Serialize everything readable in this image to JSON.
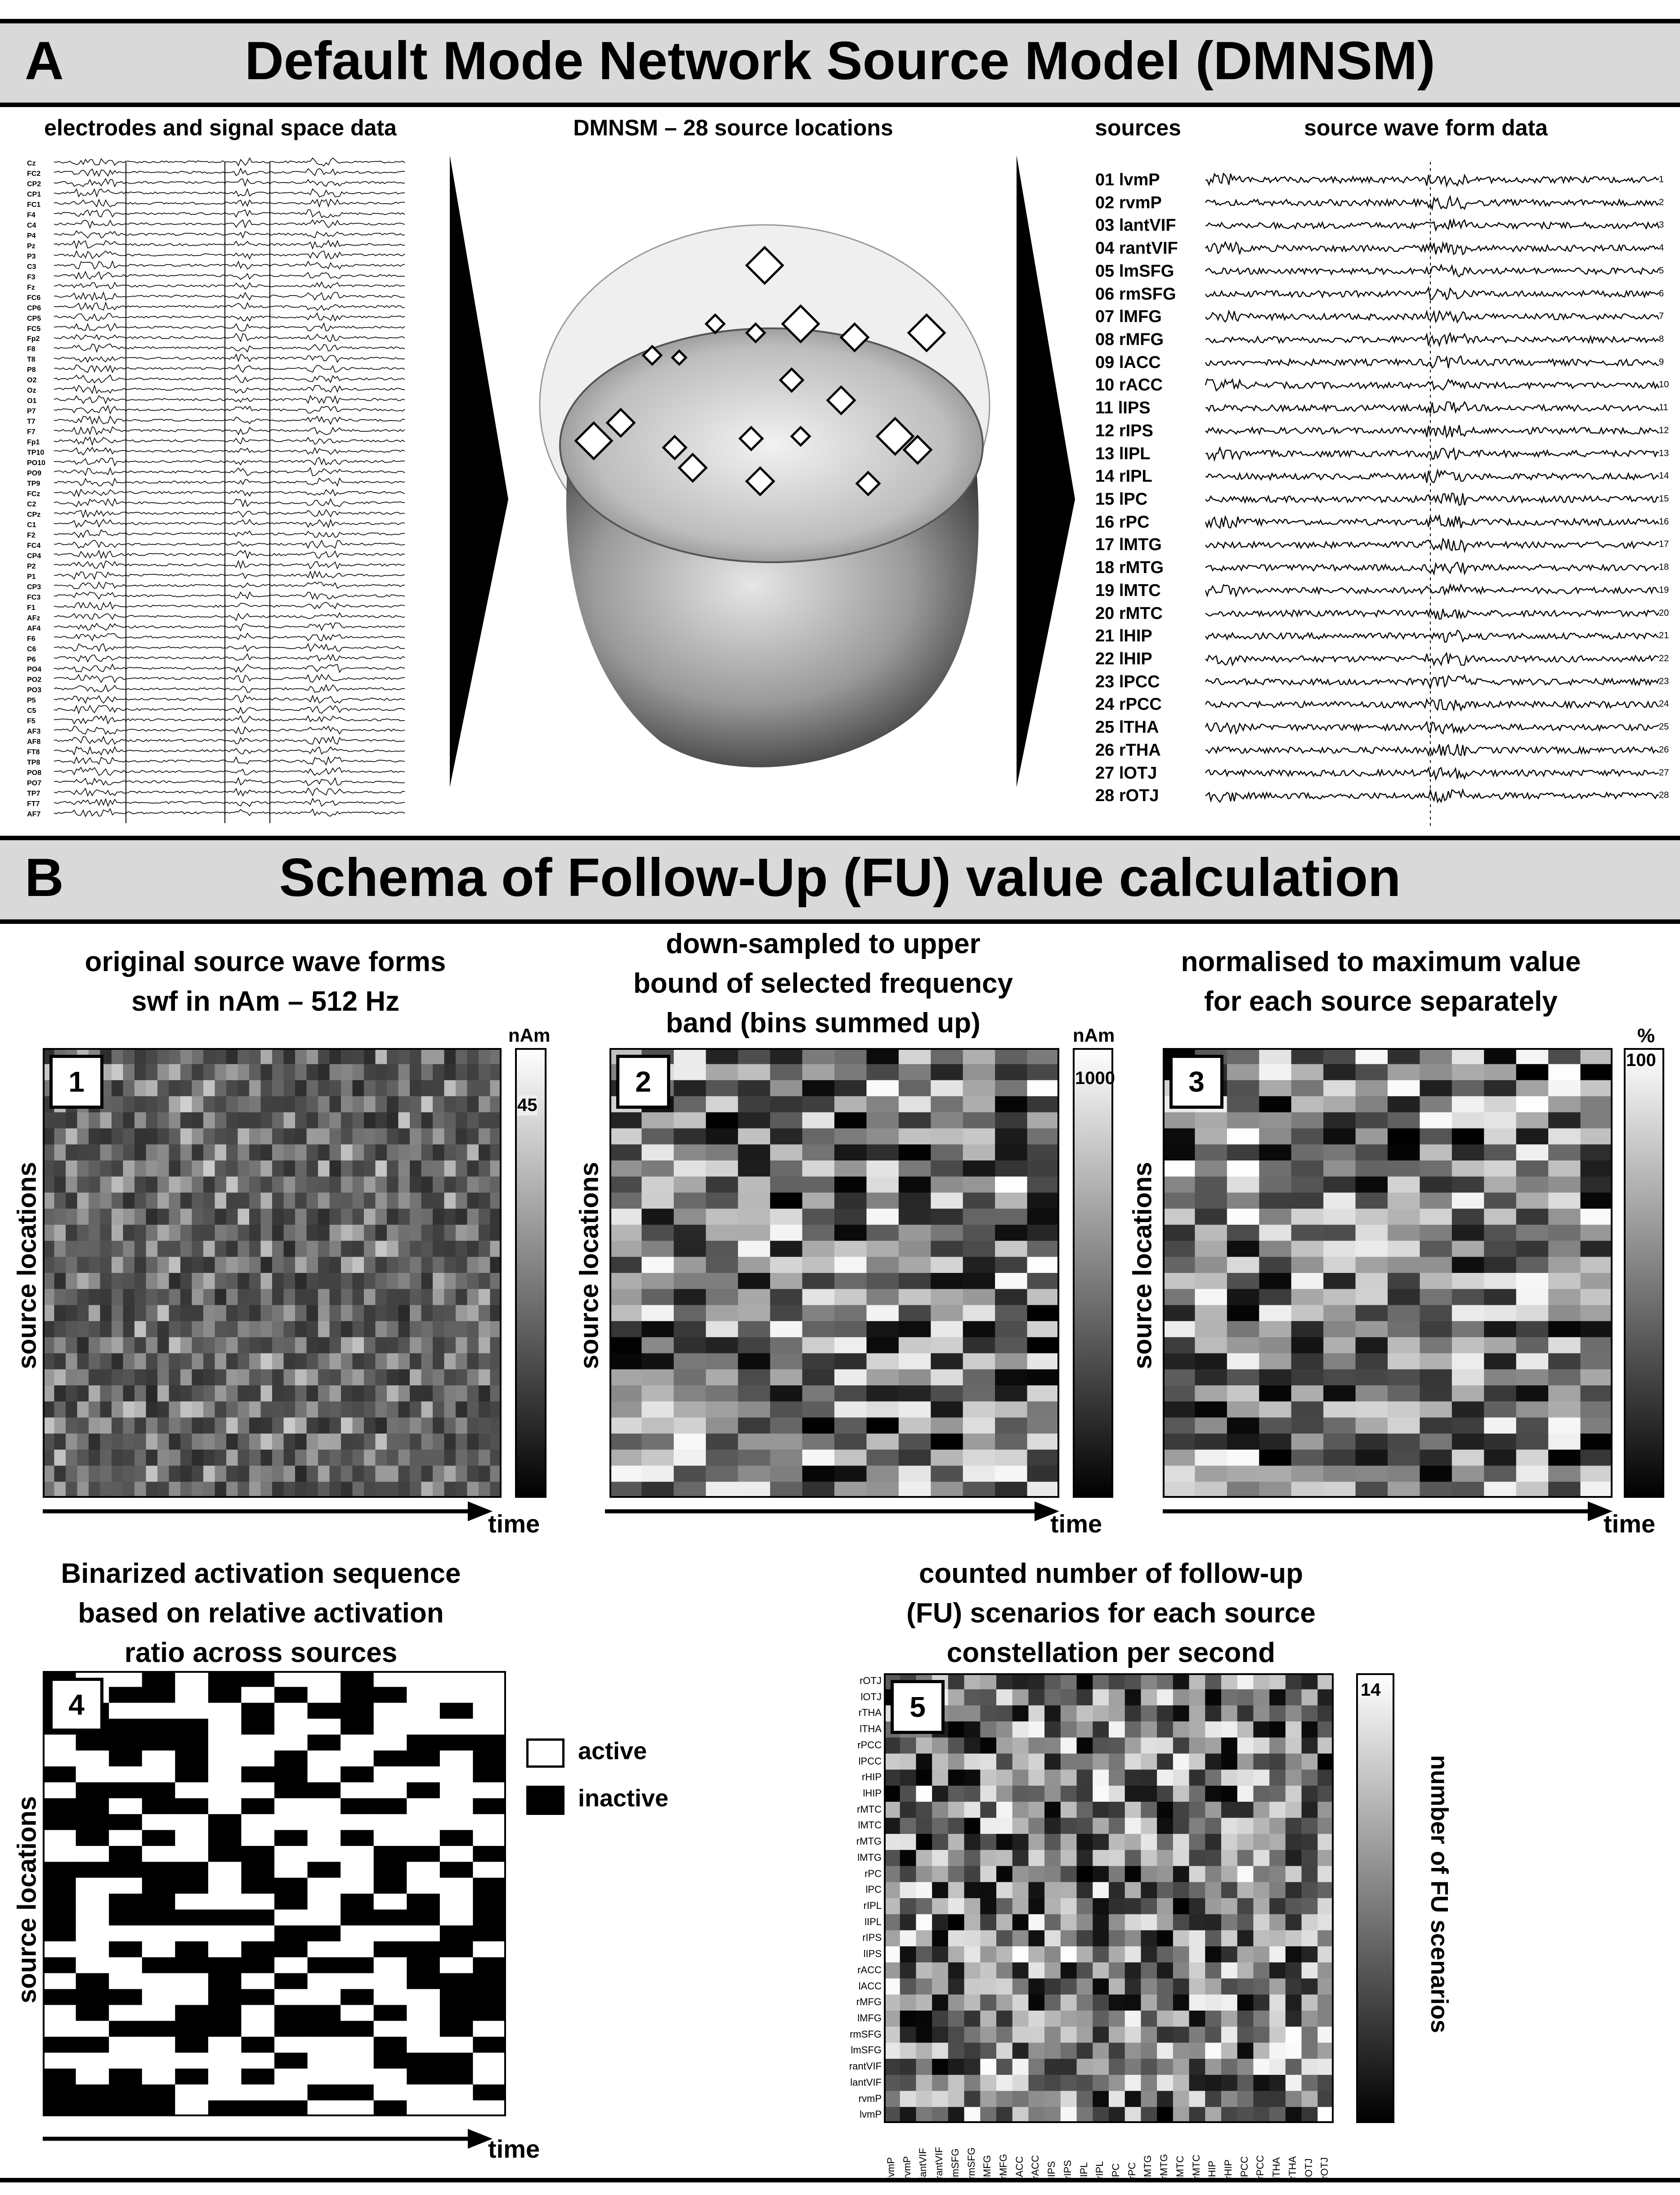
{
  "panel_a": {
    "letter": "A",
    "title": "Default Mode Network Source Model (DMNSM)",
    "left_caption": "electrodes and signal space data",
    "center_caption": "DMNSM – 28 source locations",
    "sources_caption": "sources",
    "waveform_caption": "source wave form data",
    "electrodes": [
      "Cz",
      "FC2",
      "CP2",
      "CP1",
      "FC1",
      "F4",
      "C4",
      "P4",
      "Pz",
      "P3",
      "C3",
      "F3",
      "Fz",
      "FC6",
      "CP6",
      "CP5",
      "FC5",
      "Fp2",
      "F8",
      "T8",
      "P8",
      "O2",
      "Oz",
      "O1",
      "P7",
      "T7",
      "F7",
      "Fp1",
      "TP10",
      "PO10",
      "PO9",
      "TP9",
      "FCz",
      "C2",
      "CPz",
      "C1",
      "F2",
      "FC4",
      "CP4",
      "P2",
      "P1",
      "CP3",
      "FC3",
      "F1",
      "AFz",
      "AF4",
      "F6",
      "C6",
      "P6",
      "PO4",
      "PO2",
      "PO3",
      "P5",
      "C5",
      "F5",
      "AF3",
      "AF8",
      "FT8",
      "TP8",
      "PO8",
      "PO7",
      "TP7",
      "FT7",
      "AF7"
    ],
    "sources": [
      "01 lvmP",
      "02 rvmP",
      "03 lantVIF",
      "04 rantVIF",
      "05 lmSFG",
      "06 rmSFG",
      "07 lMFG",
      "08 rMFG",
      "09 lACC",
      "10 rACC",
      "11 lIPS",
      "12 rIPS",
      "13 lIPL",
      "14 rIPL",
      "15 lPC",
      "16 rPC",
      "17 lMTG",
      "18 rMTG",
      "19 lMTC",
      "20 rMTC",
      "21 lHIP",
      "22 lHIP",
      "23 lPCC",
      "24 rPCC",
      "25 lTHA",
      "26 rTHA",
      "27 lOTJ",
      "28 rOTJ"
    ],
    "trace_numbers": [
      "1",
      "2",
      "3",
      "4",
      "5",
      "6",
      "7",
      "8",
      "9",
      "10",
      "11",
      "12",
      "13",
      "14",
      "15",
      "16",
      "17",
      "18",
      "19",
      "20",
      "21",
      "22",
      "23",
      "24",
      "25",
      "26",
      "27",
      "28"
    ]
  },
  "panel_b": {
    "letter": "B",
    "title": "Schema of Follow-Up (FU) value calculation",
    "step1": {
      "num": "1",
      "caption_l1": "original source wave forms",
      "caption_l2": "swf in nAm – 512 Hz",
      "unit": "nAm",
      "tick": "45"
    },
    "step2": {
      "num": "2",
      "caption_l1": "down-sampled to upper",
      "caption_l2": "bound of selected frequency",
      "caption_l3": "band (bins summed up)",
      "unit": "nAm",
      "tick": "1000"
    },
    "step3": {
      "num": "3",
      "caption_l1": "normalised to maximum value",
      "caption_l2": "for each source separately",
      "unit": "%",
      "tick": "100"
    },
    "step4": {
      "num": "4",
      "caption_l1": "Binarized activation sequence",
      "caption_l2": "based on relative activation",
      "caption_l3": "ratio across sources",
      "legend_active": "active",
      "legend_inactive": "inactive"
    },
    "step5": {
      "num": "5",
      "caption_l1": "counted number of follow-up",
      "caption_l2": "(FU) scenarios for each source",
      "caption_l3": "constellation per second",
      "tick": "14",
      "colorbar_label": "number of FU scenarios",
      "row_labels": [
        "rOTJ",
        "lOTJ",
        "rTHA",
        "lTHA",
        "rPCC",
        "lPCC",
        "rHIP",
        "lHIP",
        "rMTC",
        "lMTC",
        "rMTG",
        "lMTG",
        "rPC",
        "lPC",
        "rIPL",
        "lIPL",
        "rIPS",
        "lIPS",
        "rACC",
        "lACC",
        "rMFG",
        "lMFG",
        "rmSFG",
        "lmSFG",
        "rantVIF",
        "lantVIF",
        "rvmP",
        "lvmP"
      ],
      "col_labels": [
        "lvmP",
        "rvmP",
        "lantVIF",
        "rantVIF",
        "lmSFG",
        "rmSFG",
        "lMFG",
        "rMFG",
        "lACC",
        "rACC",
        "lIPS",
        "rIPS",
        "lIPL",
        "rIPL",
        "lPC",
        "rPC",
        "lMTG",
        "rMTG",
        "lMTC",
        "rMTC",
        "lHIP",
        "rHIP",
        "lPCC",
        "rPCC",
        "lTHA",
        "rTHA",
        "lOTJ",
        "rOTJ"
      ]
    },
    "axis_source_locations": "source locations",
    "axis_time": "time"
  },
  "colors": {
    "band": "#d9d9d9",
    "ink": "#000000"
  }
}
